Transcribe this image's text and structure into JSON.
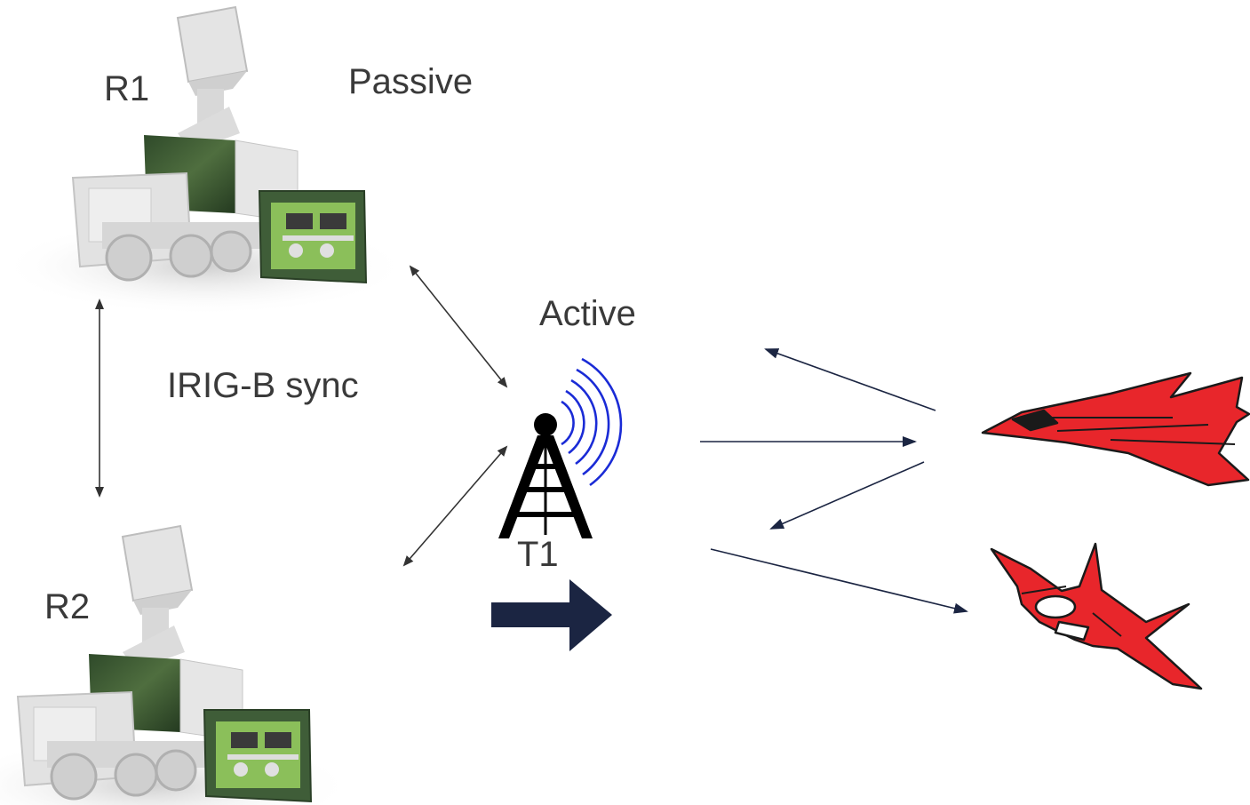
{
  "labels": {
    "r1": "R1",
    "passive": "Passive",
    "active": "Active",
    "irig_sync": "IRIG-B sync",
    "t1": "T1",
    "r2": "R2"
  },
  "colors": {
    "arrow_line": "#333333",
    "signal_arrow": "#1b2542",
    "waves": "#1a2bd6",
    "aircraft": "#e8262b",
    "tower": "#000000"
  },
  "icons": [
    "radar-truck-icon",
    "transmitter-tower-icon",
    "radio-waves-icon",
    "stealth-aircraft-icon",
    "fighter-jet-icon",
    "block-arrow-icon"
  ]
}
